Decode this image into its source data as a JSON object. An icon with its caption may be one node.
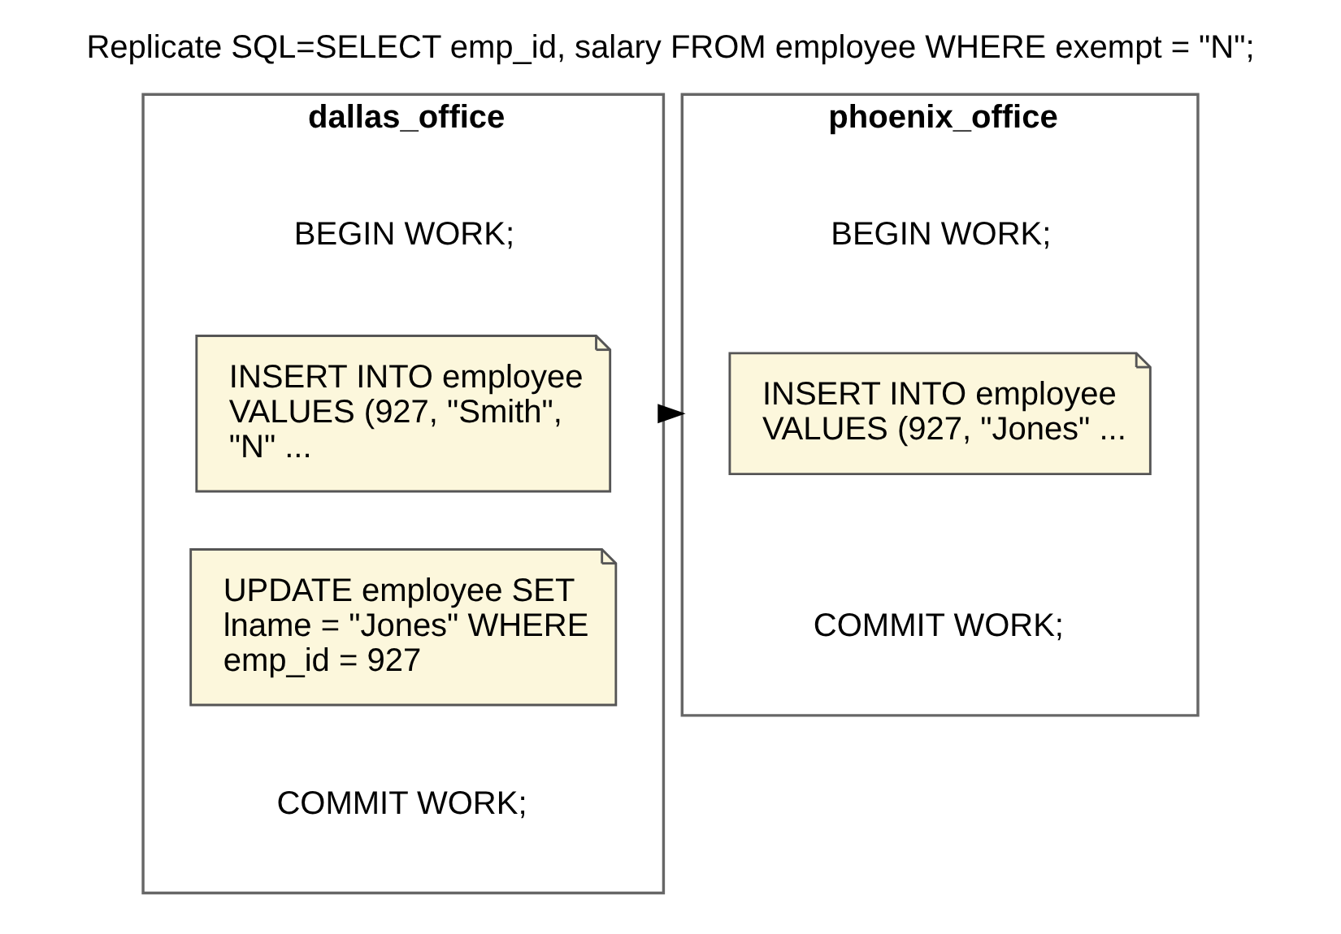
{
  "diagram": {
    "title": "Replicate SQL=SELECT emp_id, salary FROM employee WHERE exempt = \"N\";",
    "nodes": [
      {
        "text": [
          "dallas_office"
        ]
      },
      {
        "text": [
          "BEGIN WORK;"
        ],
        "in": 0
      },
      {
        "text": [
          "INSERT INTO employee VALUES (927, \"Smith\", \"N\" ..."
        ],
        "in": 0
      },
      {
        "text": [
          "UPDATE employee SET lname = \"Jones\" WHERE emp_id = 927"
        ],
        "in": 0
      },
      {
        "text": [
          "COMMIT WORK;"
        ],
        "in": 0
      },
      {
        "text": [
          "phoenix_office"
        ]
      },
      {
        "text": [
          "BEGIN WORK;"
        ],
        "in": 5
      },
      {
        "text": [
          "INSERT INTO employee VALUES (927, \"Jones\" ..."
        ],
        "in": 5
      },
      {
        "text": [
          "COMMIT WORK;"
        ],
        "in": 5
      }
    ],
    "edges": [
      {
        "from": 0,
        "to": 5,
        "arrow": "to"
      }
    ]
  }
}
